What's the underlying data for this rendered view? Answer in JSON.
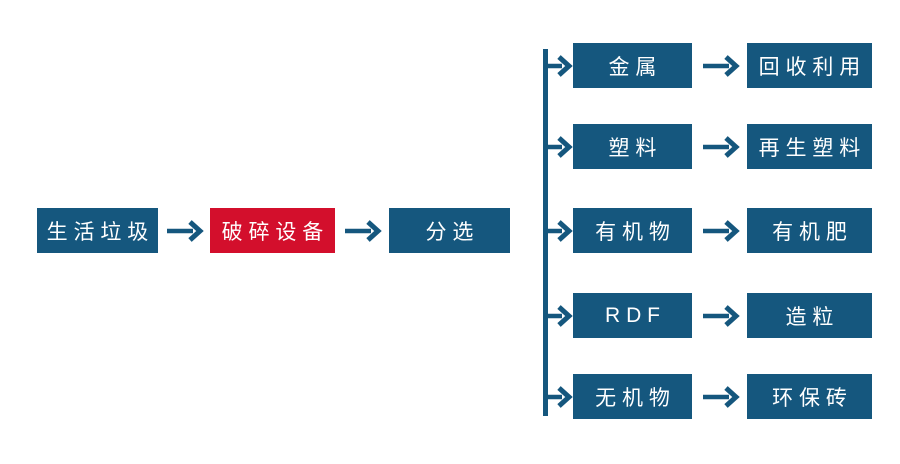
{
  "diagram": {
    "title_implicit": "",
    "colors": {
      "primary_blue": "#15577e",
      "accent_red": "#d30f2c",
      "text_white": "#ffffff",
      "background": "#ffffff"
    },
    "chain": [
      {
        "label": "生活垃圾",
        "style": "blue"
      },
      {
        "label": "破碎设备",
        "style": "red"
      },
      {
        "label": "分选",
        "style": "blue"
      }
    ],
    "branches": [
      {
        "source": "金属",
        "result": "回收利用"
      },
      {
        "source": "塑料",
        "result": "再生塑料"
      },
      {
        "source": "有机物",
        "result": "有机肥"
      },
      {
        "source": "RDF",
        "result": "造粒"
      },
      {
        "source": "无机物",
        "result": "环保砖"
      }
    ]
  }
}
